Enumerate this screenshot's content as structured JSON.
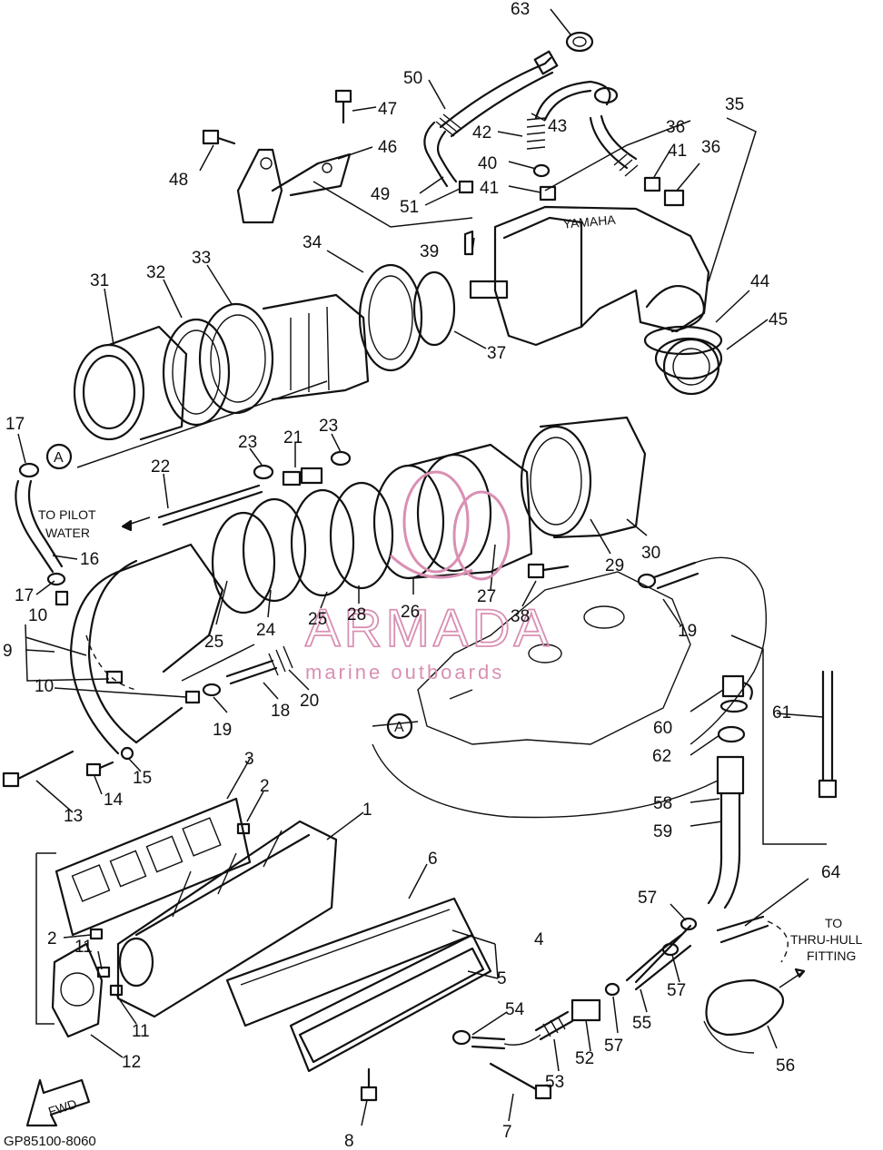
{
  "callouts": {
    "c63": "63",
    "c50": "50",
    "c47": "47",
    "c46": "46",
    "c48": "48",
    "c43": "43",
    "c42": "42",
    "c35": "35",
    "c36a": "36",
    "c36b": "36",
    "c41a": "41",
    "c41b": "41",
    "c40": "40",
    "c49": "49",
    "c51": "51",
    "c39": "39",
    "c34": "34",
    "c31": "31",
    "c32": "32",
    "c33": "33",
    "c37": "37",
    "c44": "44",
    "c45": "45",
    "c17a": "17",
    "c17b": "17",
    "c23a": "23",
    "c23b": "23",
    "c21": "21",
    "c22": "22",
    "c16": "16",
    "c10a": "10",
    "c10b": "10",
    "c9": "9",
    "c25a": "25",
    "c25b": "25",
    "c24": "24",
    "c28": "28",
    "c26": "26",
    "c27": "27",
    "c29": "29",
    "c30": "30",
    "c38": "38",
    "c19a": "19",
    "c19b": "19",
    "c18": "18",
    "c20": "20",
    "c60": "60",
    "c61": "61",
    "c62": "62",
    "c58": "58",
    "c59": "59",
    "c64": "64",
    "c57a": "57",
    "c57b": "57",
    "c57c": "57",
    "c55": "55",
    "c56": "56",
    "c53": "53",
    "c52": "52",
    "c54": "54",
    "c5": "5",
    "c4": "4",
    "c6": "6",
    "c1": "1",
    "c2a": "2",
    "c2b": "2",
    "c3": "3",
    "c11a": "11",
    "c11b": "11",
    "c12": "12",
    "c13": "13",
    "c14": "14",
    "c15": "15",
    "c7": "7",
    "c8": "8"
  },
  "notes": {
    "to_pilot_line1": "TO PILOT",
    "to_pilot_line2": "WATER",
    "to_thru_line1": "TO",
    "to_thru_line2": "THRU-HULL",
    "to_thru_line3": "FITTING",
    "fwd": "FWD",
    "ref_a": "A",
    "ref_a2": "A",
    "emblem": "YAMAHA"
  },
  "watermark": {
    "brand": "ARMADA",
    "tagline": "marine outboards",
    "color": "#d98fb3"
  },
  "diagram_code": "GP85100-8060"
}
